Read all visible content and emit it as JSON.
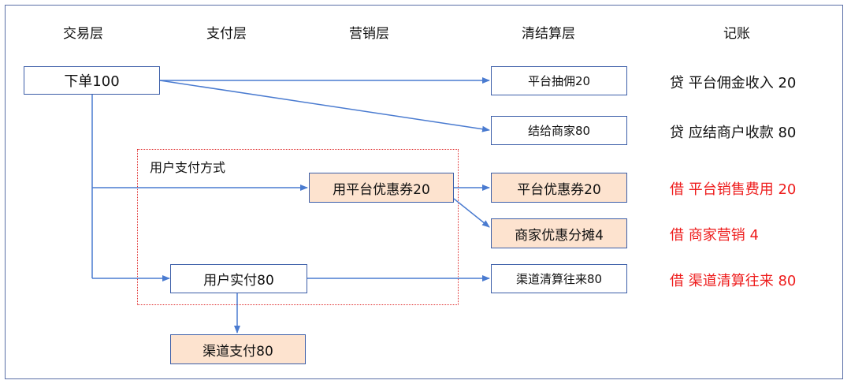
{
  "headers": {
    "trade": "交易层",
    "payment": "支付层",
    "marketing": "营销层",
    "settlement": "清结算层",
    "accounting": "记账"
  },
  "boxes": {
    "order": "下单100",
    "platform_coupon": "用平台优惠券20",
    "user_paid": "用户实付80",
    "channel_pay": "渠道支付80",
    "platform_commission": "平台抽佣20",
    "settle_merchant": "结给商家80",
    "platform_coupon_settle": "平台优惠券20",
    "merchant_coupon_share": "商家优惠分摊4",
    "channel_clearing": "渠道清算往来80"
  },
  "region_label": "用户支付方式",
  "accounting": {
    "commission_income": "贷  平台佣金收入 20",
    "merchant_payable": "贷  应结商户收款 80",
    "sales_expense": "借  平台销售费用 20",
    "merchant_marketing": "借  商家营销 4",
    "channel_clearing": "借  渠道清算往来 80"
  },
  "colors": {
    "box_border": "#3c5ea8",
    "arrow": "#4a7bd0",
    "peach_fill": "#fde3cf",
    "debit_red": "#ee1c1c",
    "region_border": "#e03030"
  }
}
